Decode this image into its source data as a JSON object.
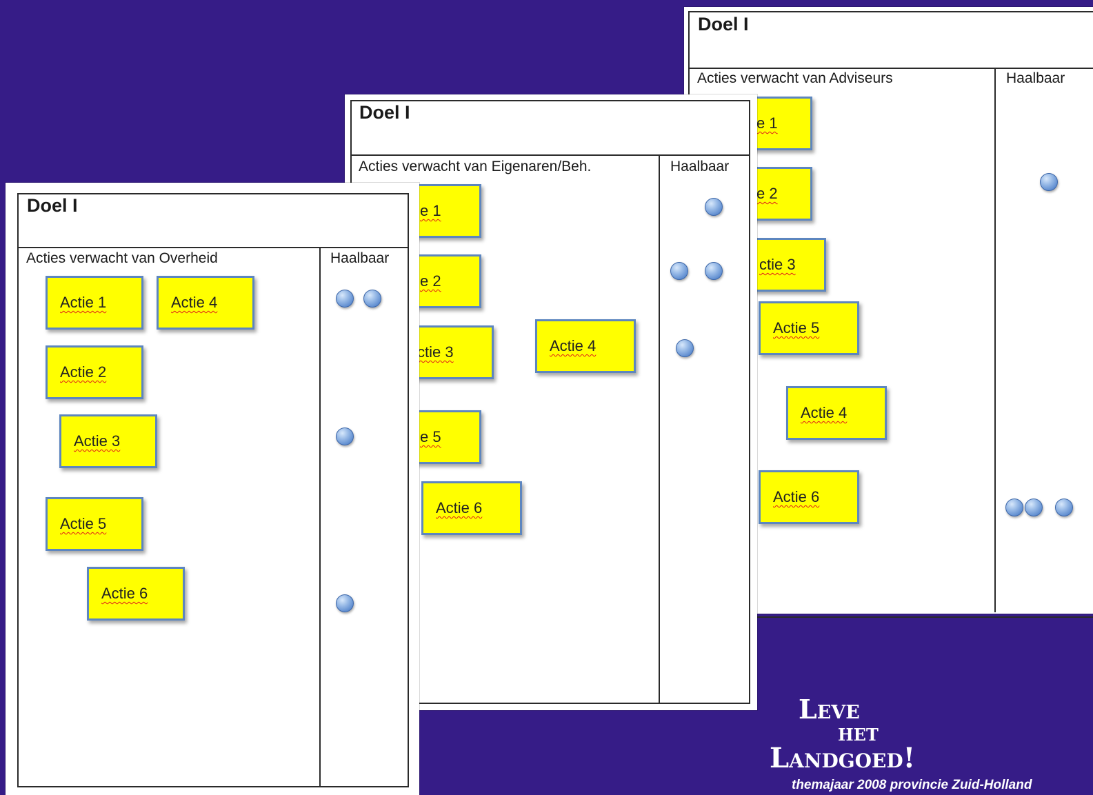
{
  "sheets": {
    "adviseurs": {
      "title": "Doel I",
      "column_header": "Acties verwacht van Adviseurs",
      "haalbaar": "Haalbaar",
      "notes": [
        "e 1",
        "e 2",
        "ctie 3",
        "Actie 5",
        "Actie 4",
        "Actie 6"
      ]
    },
    "eigenaren": {
      "title": "Doel I",
      "column_header": "Acties verwacht van Eigenaren/Beh.",
      "haalbaar": "Haalbaar",
      "notes": [
        "e 1",
        "e 2",
        "ctie 3",
        "Actie 4",
        "e 5",
        "Actie 6"
      ]
    },
    "overheid": {
      "title": "Doel I",
      "column_header": "Acties verwacht van Overheid",
      "haalbaar": "Haalbaar",
      "notes": [
        "Actie 1",
        "Actie 4",
        "Actie 2",
        "Actie 3",
        "Actie 5",
        "Actie 6"
      ]
    }
  },
  "branding": {
    "logo_line1": "Leve",
    "logo_line2": "het",
    "logo_line3": "Landgoed!",
    "tagline": "themajaar 2008 provincie Zuid-Holland"
  },
  "colors": {
    "background": "#361c87",
    "note_fill": "#ffff00",
    "note_border": "#5d86bf",
    "dot": "#6f9ad8"
  }
}
